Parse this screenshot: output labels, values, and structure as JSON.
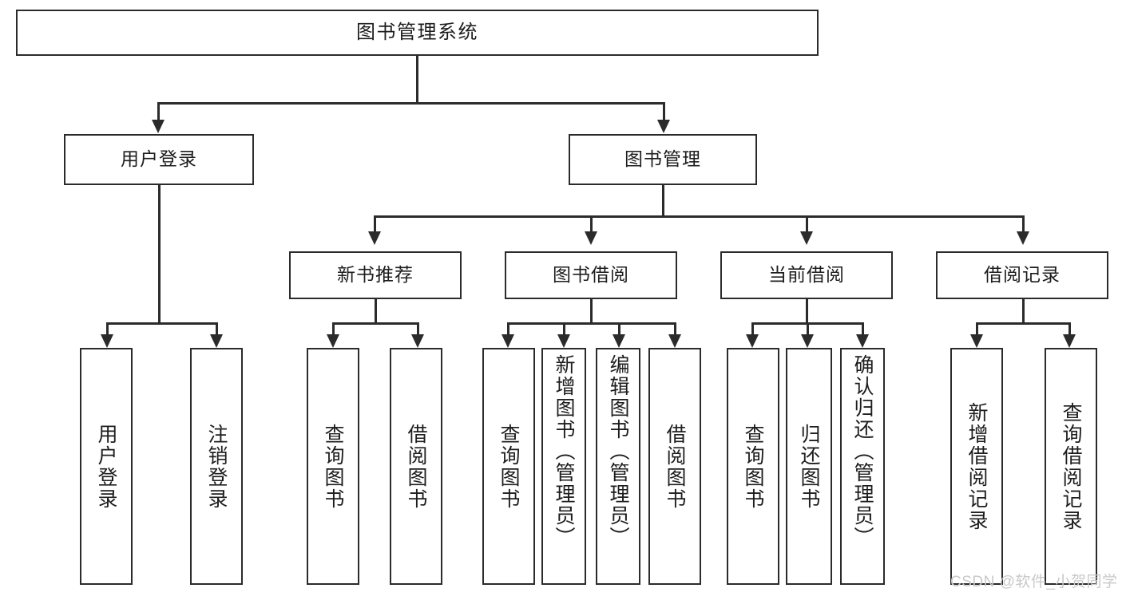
{
  "diagram": {
    "title": "图书管理系统",
    "root": {
      "label": "图书管理系统"
    },
    "level1": [
      {
        "label": "用户登录"
      },
      {
        "label": "图书管理"
      }
    ],
    "level2": [
      {
        "label": "新书推荐"
      },
      {
        "label": "图书借阅"
      },
      {
        "label": "当前借阅"
      },
      {
        "label": "借阅记录"
      }
    ],
    "leaves": {
      "user_login": [
        {
          "label": "用户登录"
        },
        {
          "label": "注销登录"
        }
      ],
      "new_book_recommend": [
        {
          "label": "查询图书"
        },
        {
          "label": "借阅图书"
        }
      ],
      "book_borrow": [
        {
          "label": "查询图书"
        },
        {
          "label": "新增图书（管理员）"
        },
        {
          "label": "编辑图书（管理员）"
        },
        {
          "label": "借阅图书"
        }
      ],
      "current_borrow": [
        {
          "label": "查询图书"
        },
        {
          "label": "归还图书"
        },
        {
          "label": "确认归还（管理员）"
        }
      ],
      "borrow_record": [
        {
          "label": "新增借阅记录"
        },
        {
          "label": "查询借阅记录"
        }
      ]
    }
  },
  "watermark": {
    "text": "CSDN @软件_小贺同学"
  },
  "colors": {
    "stroke": "#2b2b2b",
    "background": "#ffffff",
    "text": "#1d1d1d",
    "watermark": "#c9c9c9"
  }
}
